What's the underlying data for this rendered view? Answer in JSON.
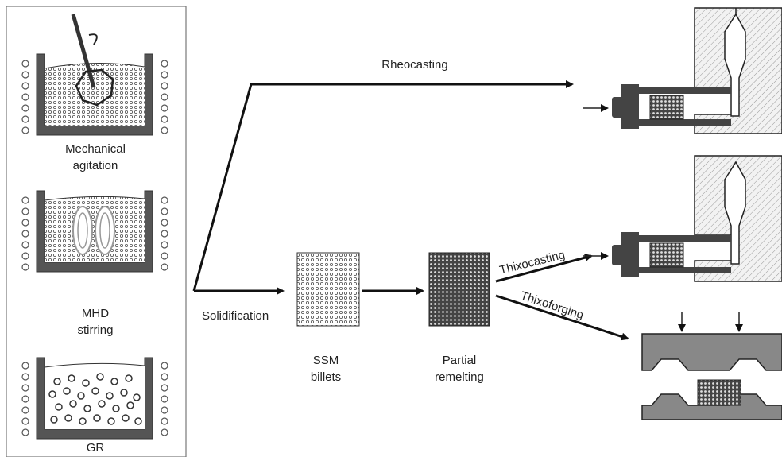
{
  "left_panel": {
    "mechanical_line1": "Mechanical",
    "mechanical_line2": "agitation",
    "mhd_line1": "MHD",
    "mhd_line2": "stirring",
    "gr": "GR"
  },
  "flow": {
    "rheocasting": "Rheocasting",
    "solidification": "Solidification",
    "ssm_line1": "SSM",
    "ssm_line2": "billets",
    "remelt_line1": "Partial",
    "remelt_line2": "remelting",
    "thixocasting": "Thixocasting",
    "thixoforging": "Thixoforging"
  }
}
